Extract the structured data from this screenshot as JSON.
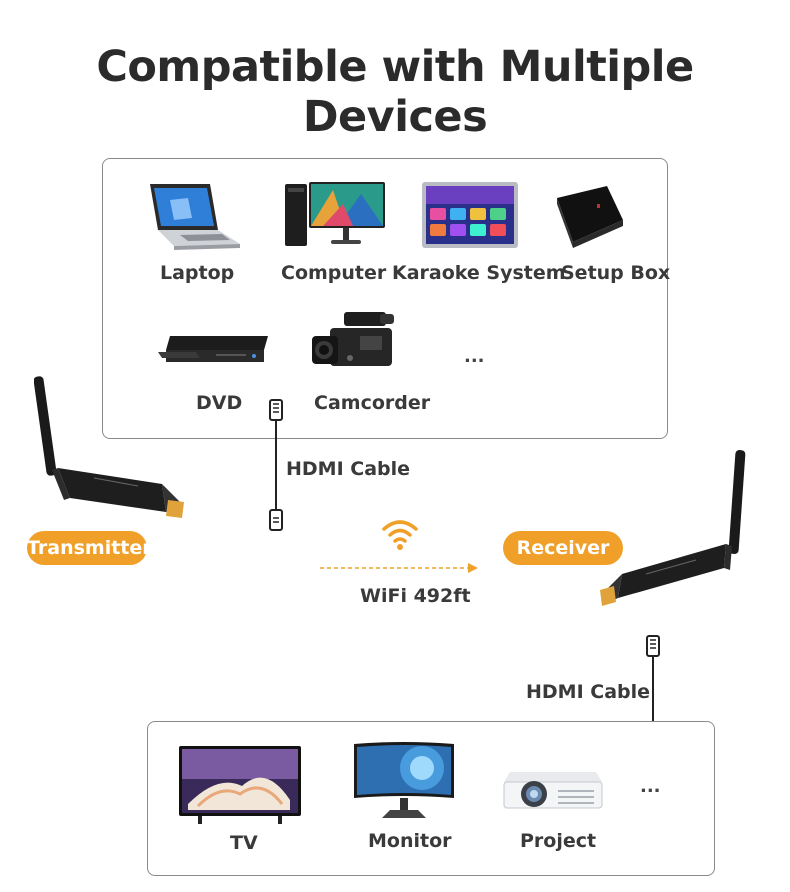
{
  "title": "Compatible with Multiple Devices",
  "source_devices": [
    {
      "label": "Laptop",
      "icon": "laptop-icon"
    },
    {
      "label": "Computer",
      "icon": "computer-icon"
    },
    {
      "label": "Karaoke System",
      "icon": "karaoke-system-icon"
    },
    {
      "label": "Setup Box",
      "icon": "setup-box-icon"
    },
    {
      "label": "DVD",
      "icon": "dvd-player-icon"
    },
    {
      "label": "Camcorder",
      "icon": "camcorder-icon"
    }
  ],
  "source_more": "...",
  "hdmi_cable_top": "HDMI Cable",
  "transmitter_label": "Transmitter",
  "receiver_label": "Receiver",
  "wifi_label": "WiFi 492ft",
  "hdmi_cable_bottom": "HDMI Cable",
  "display_devices": [
    {
      "label": "TV",
      "icon": "tv-icon"
    },
    {
      "label": "Monitor",
      "icon": "monitor-icon"
    },
    {
      "label": "Project",
      "icon": "projector-icon"
    }
  ],
  "display_more": "...",
  "colors": {
    "accent": "#f0a028",
    "border": "#8a8a8a",
    "text": "#333333"
  }
}
